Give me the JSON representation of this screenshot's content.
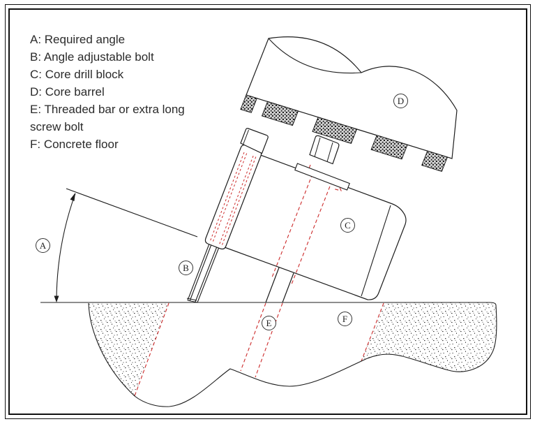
{
  "legend": {
    "items": [
      {
        "key": "A",
        "text": "A: Required angle"
      },
      {
        "key": "B",
        "text": "B: Angle adjustable bolt"
      },
      {
        "key": "C",
        "text": "C: Core drill block"
      },
      {
        "key": "D",
        "text": "D: Core barrel"
      },
      {
        "key": "E",
        "text": "E: Threaded bar or extra long screw bolt"
      },
      {
        "key": "F",
        "text": "F: Concrete floor"
      }
    ]
  },
  "part_labels": [
    {
      "letter": "A"
    },
    {
      "letter": "B"
    },
    {
      "letter": "C"
    },
    {
      "letter": "D"
    },
    {
      "letter": "E"
    },
    {
      "letter": "F"
    }
  ],
  "colors": {
    "drawing_line": "#1c1c1c",
    "hidden_detail_red": "#cc2a2a",
    "paper": "#ffffff",
    "border": "#111111"
  }
}
